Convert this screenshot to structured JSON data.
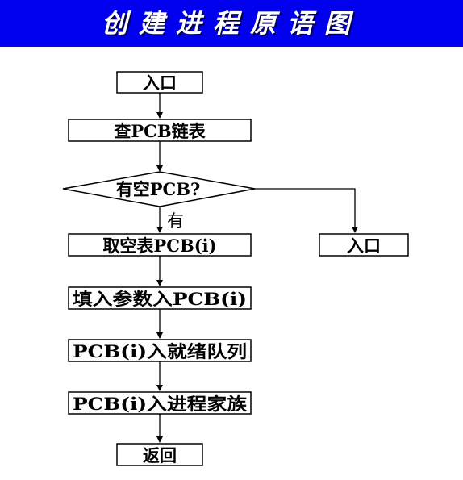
{
  "banner": {
    "title": "创建进程原语图",
    "bg_color": "#0000ee",
    "text_color": "#ffffff"
  },
  "flowchart": {
    "entry": "入口",
    "search_pcb": "查PCB链表",
    "decision": "有空PCB?",
    "yes_label": "有",
    "no_branch": "入口",
    "take_pcb": "取空表PCB(i)",
    "fill_params": "填入参数入PCB(i)",
    "enqueue_ready": "PCB(i)入就绪队列",
    "join_family": "PCB(i)入进程家族",
    "return": "返回"
  }
}
